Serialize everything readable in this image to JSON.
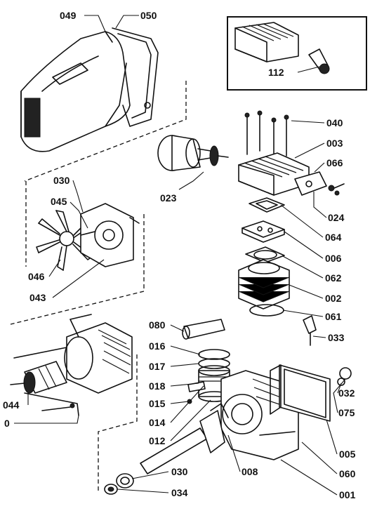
{
  "diagram": {
    "callouts": [
      {
        "id": "c049",
        "text": "049"
      },
      {
        "id": "c050",
        "text": "050"
      },
      {
        "id": "c112",
        "text": "112"
      },
      {
        "id": "c040",
        "text": "040"
      },
      {
        "id": "c003",
        "text": "003"
      },
      {
        "id": "c066",
        "text": "066"
      },
      {
        "id": "c023",
        "text": "023"
      },
      {
        "id": "c024",
        "text": "024"
      },
      {
        "id": "c030a",
        "text": "030"
      },
      {
        "id": "c045",
        "text": "045"
      },
      {
        "id": "c064",
        "text": "064"
      },
      {
        "id": "c006",
        "text": "006"
      },
      {
        "id": "c062",
        "text": "062"
      },
      {
        "id": "c046",
        "text": "046"
      },
      {
        "id": "c043",
        "text": "043"
      },
      {
        "id": "c002",
        "text": "002"
      },
      {
        "id": "c061",
        "text": "061"
      },
      {
        "id": "c080",
        "text": "080"
      },
      {
        "id": "c033",
        "text": "033"
      },
      {
        "id": "c016",
        "text": "016"
      },
      {
        "id": "c017",
        "text": "017"
      },
      {
        "id": "c018",
        "text": "018"
      },
      {
        "id": "c032",
        "text": "032"
      },
      {
        "id": "c044",
        "text": "044"
      },
      {
        "id": "c015",
        "text": "015"
      },
      {
        "id": "c075",
        "text": "075"
      },
      {
        "id": "c0",
        "text": "0"
      },
      {
        "id": "c014",
        "text": "014"
      },
      {
        "id": "c012",
        "text": "012"
      },
      {
        "id": "c005",
        "text": "005"
      },
      {
        "id": "c008",
        "text": "008"
      },
      {
        "id": "c060",
        "text": "060"
      },
      {
        "id": "c030b",
        "text": "030"
      },
      {
        "id": "c001",
        "text": "001"
      },
      {
        "id": "c034",
        "text": "034"
      }
    ]
  }
}
